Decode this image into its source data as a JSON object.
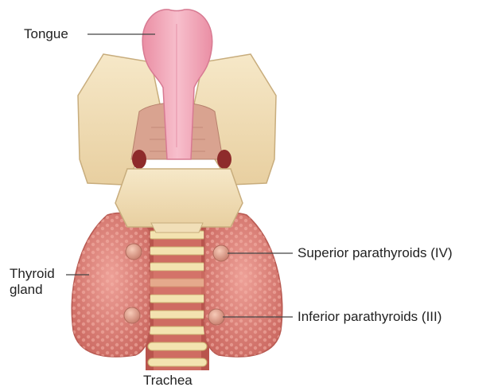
{
  "labels": {
    "tongue": "Tongue",
    "thyroid_line1": "Thyroid",
    "thyroid_line2": "gland",
    "superior": "Superior parathyroids (IV)",
    "inferior": "Inferior parathyroids (III)",
    "trachea": "Trachea"
  },
  "colors": {
    "tongue": "#f2a0b4",
    "cartilage": "#f2dfb8",
    "thyroid": "#e48b80",
    "trachea_ring": "#f3e3b0",
    "parathyroid": "#e9a58e",
    "leader_line": "#444444"
  }
}
